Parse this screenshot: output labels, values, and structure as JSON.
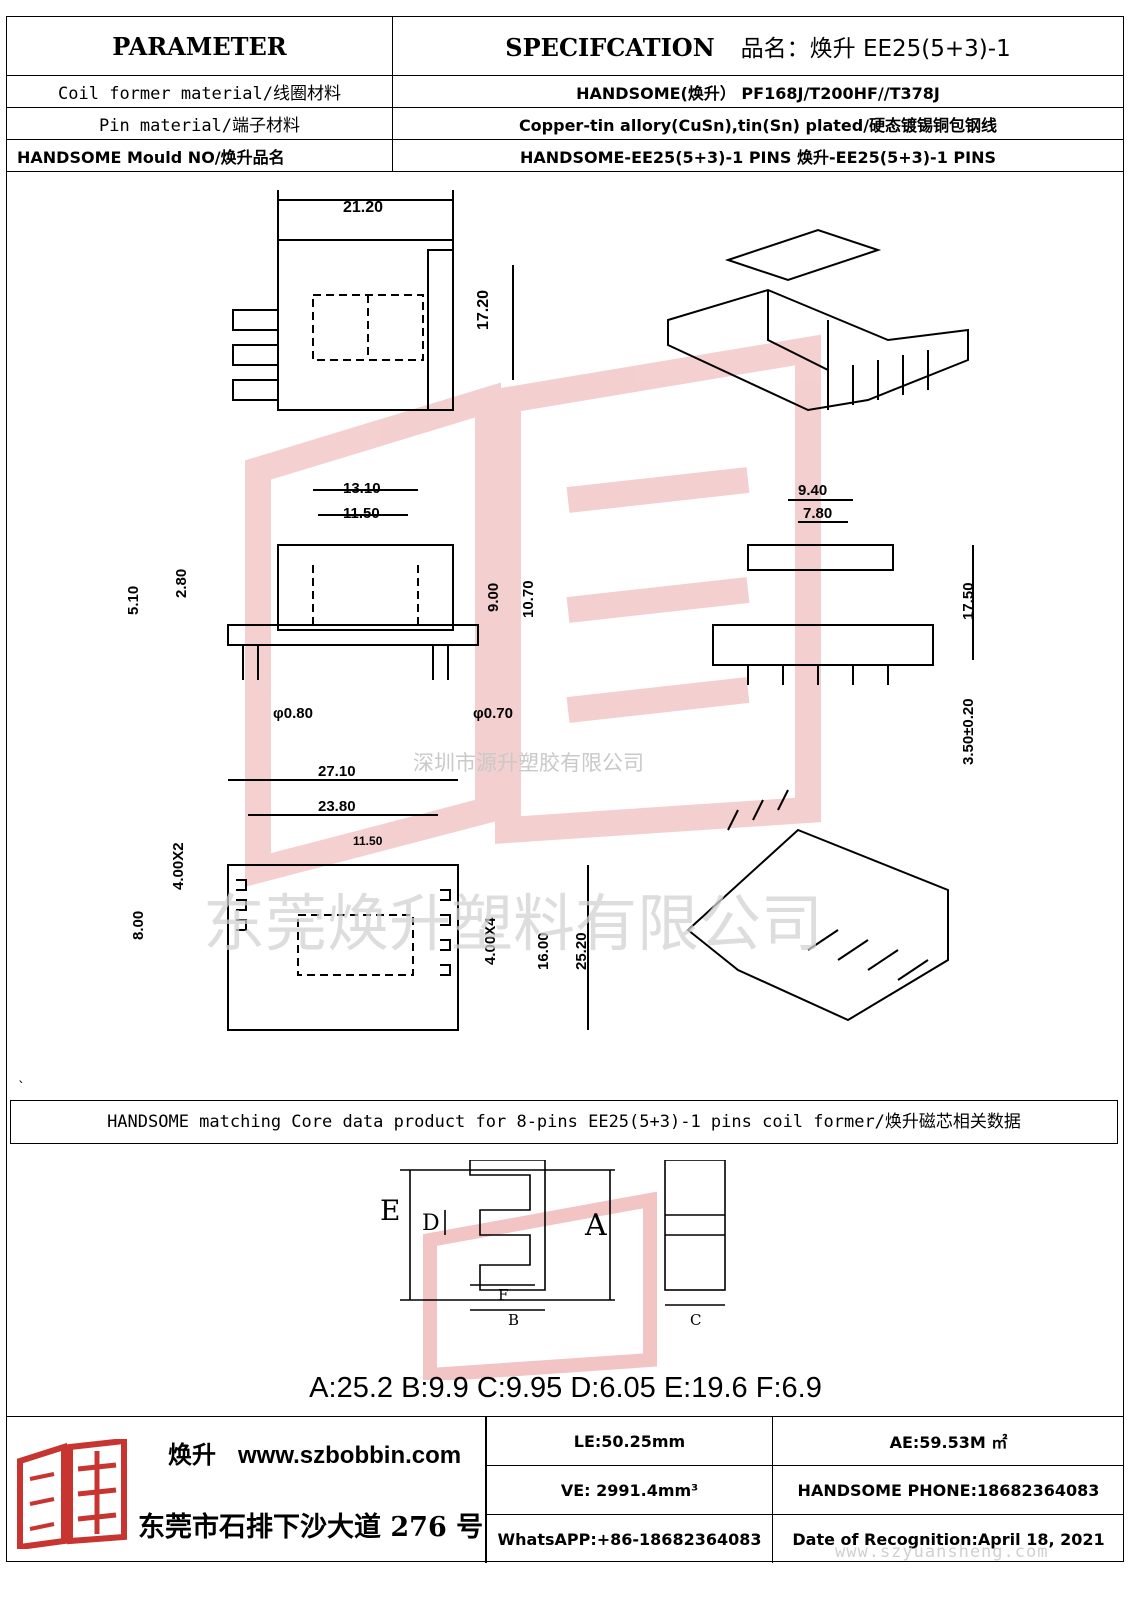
{
  "header": {
    "left_title": "PARAMETER",
    "right_title": "SPECIFCATION",
    "product_label": "品名：焕升 EE25(5+3)-1"
  },
  "spec_rows": [
    {
      "label": "Coil former material/线圈材料",
      "value": "HANDSOME(焕升）  PF168J/T200HF//T378J"
    },
    {
      "label": "Pin material/端子材料",
      "value": "Copper-tin allory(CuSn),tin(Sn) plated/硬态镀锡铜包钢线"
    },
    {
      "label": "HANDSOME Mould NO/焕升品名",
      "value": "HANDSOME-EE25(5+3)-1 PINS    焕升-EE25(5+3)-1 PINS"
    }
  ],
  "dimensions": {
    "A": "21.20",
    "B": "17.20",
    "C": "13.10",
    "D": "11.50",
    "E": "5.10",
    "F": "2.80",
    "G": "9.00",
    "H": "10.70",
    "I": "φ0.80",
    "J": "φ0.70",
    "K": "9.40",
    "L": "7.80",
    "M": "17.50",
    "N": "3.50±0.20",
    "P": "27.10",
    "Q": "23.80",
    "R": "11.50",
    "O": "4.00X2",
    "N2": "8.00",
    "S": "4.00X4",
    "T": "16.00",
    "U": "25.20"
  },
  "watermarks": {
    "company_small": "深圳市源升塑胶有限公司",
    "company_large": "东莞焕升塑料有限公司",
    "site": "www.szyuansheng.com"
  },
  "core_band": "HANDSOME matching Core data  product for 8-pins EE25(5+3)-1 pins coil former/焕升磁芯相关数据",
  "core_letters": [
    "E",
    "D",
    "A",
    "F",
    "B",
    "C"
  ],
  "core_values": "A:25.2 B:9.9 C:9.95 D:6.05 E:19.6 F:6.9",
  "footer": {
    "brand": "焕升",
    "url": "www.szbobbin.com",
    "address": "东莞市石排下沙大道 276 号",
    "cells": [
      [
        "LE:50.25mm",
        "AE:59.53M ㎡"
      ],
      [
        "VE: 2991.4mm³",
        "HANDSOME PHONE:18682364083"
      ],
      [
        "WhatsAPP:+86-18682364083",
        "Date of Recognition:April 18, 2021"
      ]
    ]
  },
  "colors": {
    "watermark_red": "#f2c4c4",
    "line": "#000000"
  }
}
